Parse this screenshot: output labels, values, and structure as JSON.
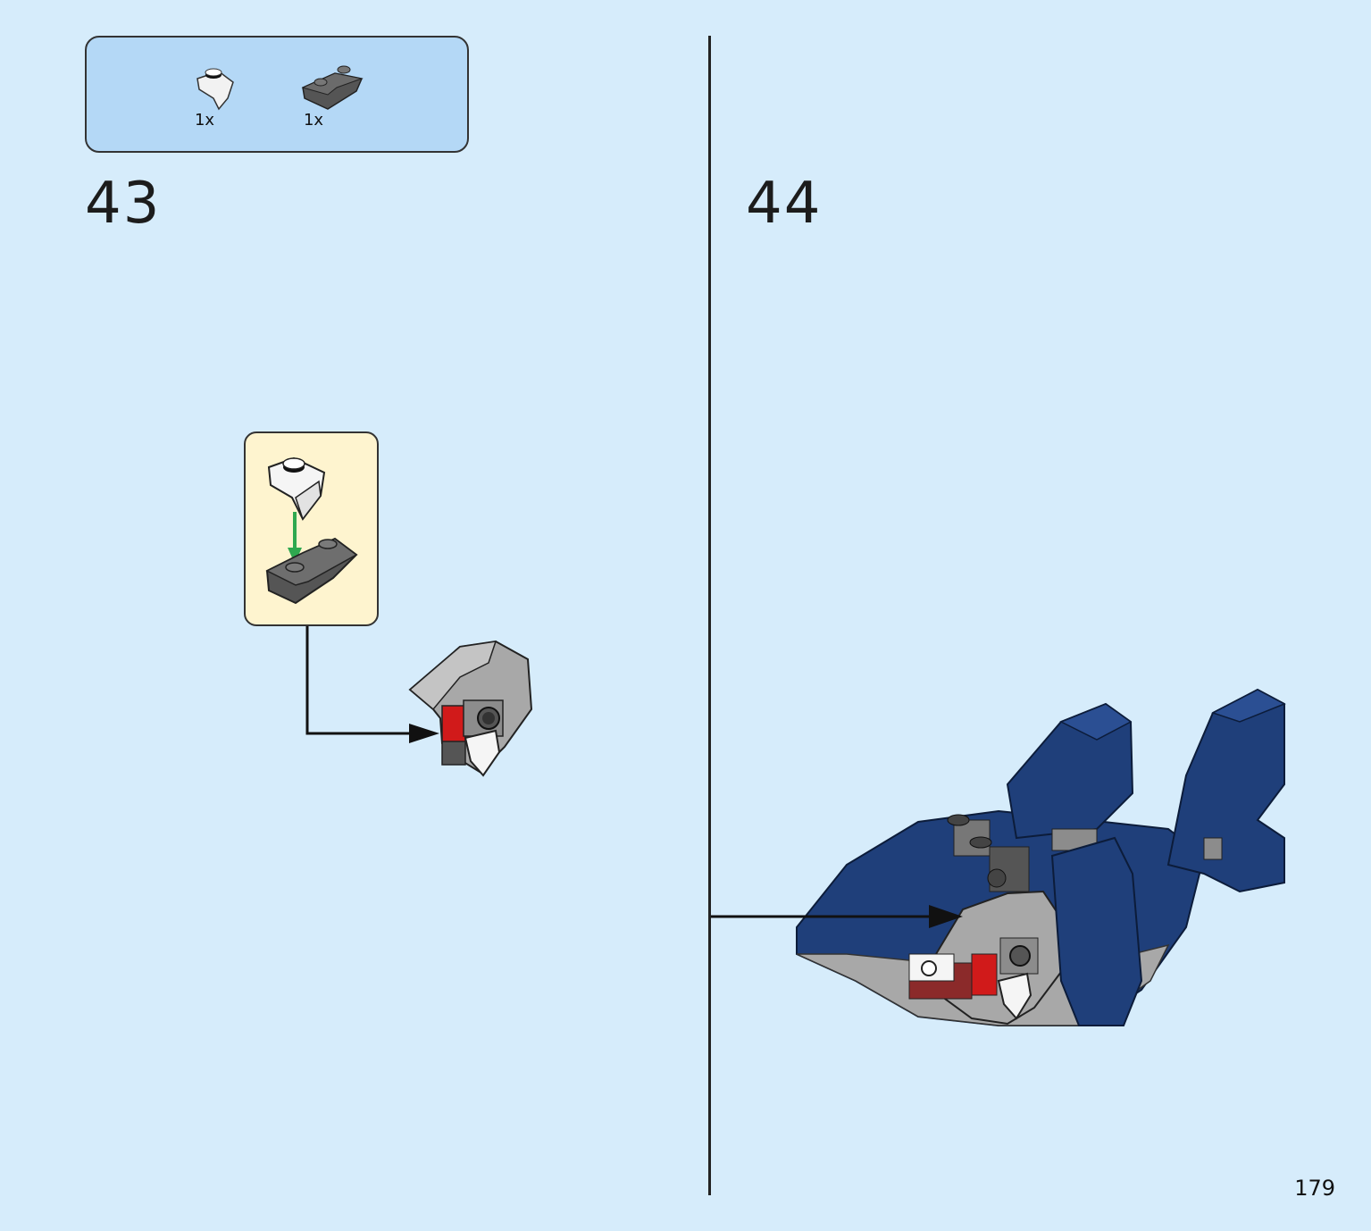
{
  "parts_list": {
    "items": [
      {
        "icon": "white-curved-tooth-plate-icon",
        "quantity": "1x"
      },
      {
        "icon": "dark-gray-inverted-slope-icon",
        "quantity": "1x"
      }
    ]
  },
  "steps": [
    {
      "number": "43"
    },
    {
      "number": "44"
    }
  ],
  "page_number": "179",
  "colors": {
    "background": "#d6ecfb",
    "parts_box": "#b4d8f6",
    "callout": "#fef4cf",
    "dark_blue": "#1f3f7a",
    "light_gray": "#a8a8a8",
    "dark_gray": "#5a5a5a",
    "red": "#d11a1a",
    "arrow_green": "#2fa84f"
  }
}
